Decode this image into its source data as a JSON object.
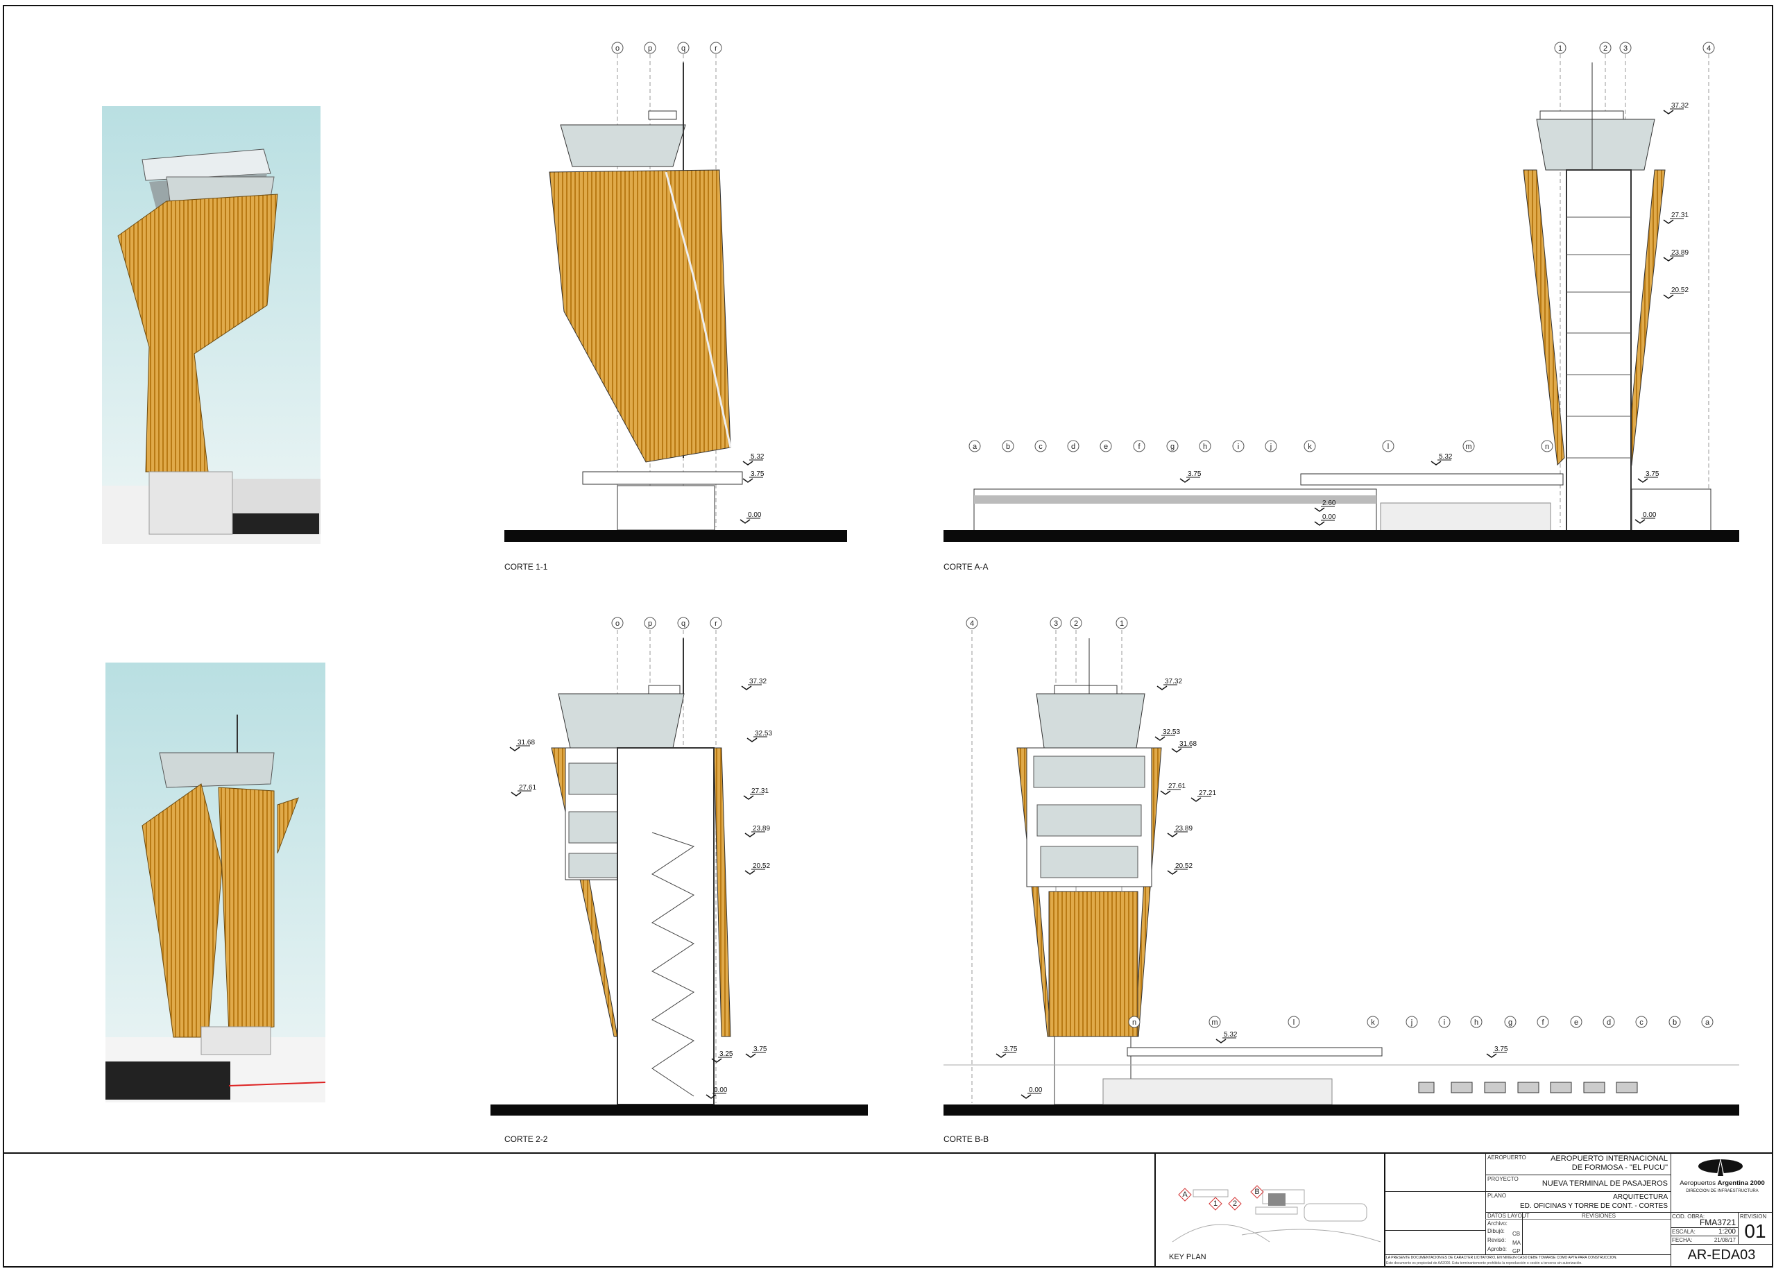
{
  "colors": {
    "wood": "#c98a1e",
    "wood_light": "#e3b25a",
    "glass": "#cfd8d8",
    "sky": "#bfe0e3",
    "ground": "#0a0a0a",
    "keyplan_mark": "#d33333"
  },
  "sections": {
    "corte_1_1": {
      "title": "CORTE 1-1",
      "grid": [
        "o",
        "p",
        "q",
        "r"
      ],
      "levels": [
        "5.32",
        "3.75",
        "0.00"
      ]
    },
    "corte_a_a": {
      "title": "CORTE A-A",
      "grid_tower": [
        "1",
        "2",
        "3",
        "4"
      ],
      "grid_building": [
        "a",
        "b",
        "c",
        "d",
        "e",
        "f",
        "g",
        "h",
        "i",
        "j",
        "k",
        "l",
        "m",
        "n"
      ],
      "levels": [
        "37.32",
        "27.31",
        "23.89",
        "20.52",
        "3.75",
        "0.00",
        "5.32",
        "3.75",
        "2.60",
        "0.00"
      ]
    },
    "corte_2_2": {
      "title": "CORTE 2-2",
      "grid": [
        "o",
        "p",
        "q",
        "r"
      ],
      "levels": [
        "37.32",
        "32.53",
        "31.68",
        "27.61",
        "27.31",
        "23.89",
        "20.52",
        "3.75",
        "3.25",
        "0.00"
      ]
    },
    "corte_b_b": {
      "title": "CORTE B-B",
      "grid_tower": [
        "4",
        "3",
        "2",
        "1"
      ],
      "grid_building": [
        "n",
        "m",
        "l",
        "k",
        "j",
        "i",
        "h",
        "g",
        "f",
        "e",
        "d",
        "c",
        "b",
        "a"
      ],
      "levels": [
        "37.32",
        "32.53",
        "31.68",
        "27.61",
        "27.21",
        "23.89",
        "20.52",
        "5.32",
        "3.75",
        "3.75",
        "0.00"
      ]
    }
  },
  "key_plan": {
    "title": "KEY PLAN",
    "markers": [
      "A",
      "B",
      "1",
      "2"
    ]
  },
  "title_block": {
    "aeropuerto_label": "AEROPUERTO",
    "aeropuerto_line1": "AEROPUERTO INTERNACIONAL",
    "aeropuerto_line2": "DE FORMOSA - \"EL PUCU\"",
    "proyecto_label": "PROYECTO",
    "proyecto": "NUEVA TERMINAL DE PASAJEROS",
    "plano_label": "PLANO",
    "plano_line1": "ARQUITECTURA",
    "plano_line2": "ED. OFICINAS Y TORRE DE CONT. - CORTES",
    "datos_layout": "DATOS LAYOUT",
    "revisiones": "REVISIONES",
    "archivo_label": "Archivo:",
    "dibujo_label": "Dibujó:",
    "dibujo": "CB",
    "reviso_label": "Revisó:",
    "reviso": "MA",
    "aprobo_label": "Aprobó:",
    "aprobo": "GP",
    "cod_obra_label": "COD. OBRA:",
    "cod_obra": "FMA3721",
    "escala_label": "ESCALA:",
    "escala": "1:200",
    "fecha_label": "FECHA:",
    "fecha": "21/08/17",
    "revision_label": "REVISION",
    "revision": "01",
    "plano_numero": "AR-EDA03",
    "logo_brand_light": "Aeropuertos",
    "logo_brand_bold": "Argentina 2000",
    "logo_sub": "DIRECCION DE INFRAESTRUCTURA",
    "disclaimer": "LA PRESENTE DOCUMENTACION ES DE CARACTER LICITATORIO, EN NINGUN CASO DEBE TOMARSE COMO APTA PARA CONSTRUCCION.",
    "disclaimer2": "Este documento es propiedad de AA2000. Esta terminantemente prohibida la reproducción o cesión a terceros sin autorización."
  }
}
